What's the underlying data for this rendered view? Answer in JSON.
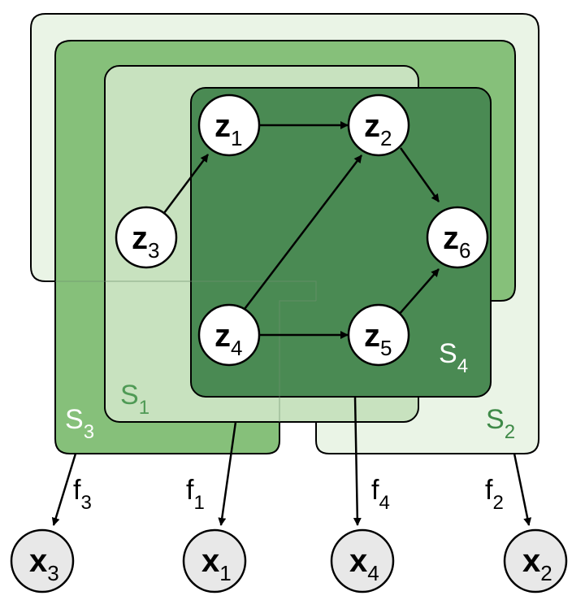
{
  "colors": {
    "s2_fill": "#eaf4e6",
    "s3_fill": "#86c07a",
    "s1_fill": "#c8e2bf",
    "s4_fill": "#4a8a53",
    "outline": "#000000",
    "latent_node_fill": "#ffffff",
    "observed_node_fill": "#e8e8e8",
    "label_light": "#ffffff",
    "label_s1": "#4f9a55",
    "label_s2": "#3f8a48"
  },
  "sets": [
    {
      "id": "S2",
      "main": "S",
      "sub": "2"
    },
    {
      "id": "S3",
      "main": "S",
      "sub": "3"
    },
    {
      "id": "S1",
      "main": "S",
      "sub": "1"
    },
    {
      "id": "S4",
      "main": "S",
      "sub": "4"
    }
  ],
  "latent_nodes": [
    {
      "id": "z1",
      "var": "z",
      "sub": "1"
    },
    {
      "id": "z2",
      "var": "z",
      "sub": "2"
    },
    {
      "id": "z3",
      "var": "z",
      "sub": "3"
    },
    {
      "id": "z4",
      "var": "z",
      "sub": "4"
    },
    {
      "id": "z5",
      "var": "z",
      "sub": "5"
    },
    {
      "id": "z6",
      "var": "z",
      "sub": "6"
    }
  ],
  "observed_nodes": [
    {
      "id": "x3",
      "var": "x",
      "sub": "3"
    },
    {
      "id": "x1",
      "var": "x",
      "sub": "1"
    },
    {
      "id": "x4",
      "var": "x",
      "sub": "4"
    },
    {
      "id": "x2",
      "var": "x",
      "sub": "2"
    }
  ],
  "mappings": [
    {
      "id": "f3",
      "main": "f",
      "sub": "3"
    },
    {
      "id": "f1",
      "main": "f",
      "sub": "1"
    },
    {
      "id": "f4",
      "main": "f",
      "sub": "4"
    },
    {
      "id": "f2",
      "main": "f",
      "sub": "2"
    }
  ],
  "edges": [
    {
      "from": "z3",
      "to": "z1"
    },
    {
      "from": "z1",
      "to": "z2"
    },
    {
      "from": "z4",
      "to": "z2"
    },
    {
      "from": "z4",
      "to": "z5"
    },
    {
      "from": "z2",
      "to": "z6"
    },
    {
      "from": "z5",
      "to": "z6"
    }
  ]
}
